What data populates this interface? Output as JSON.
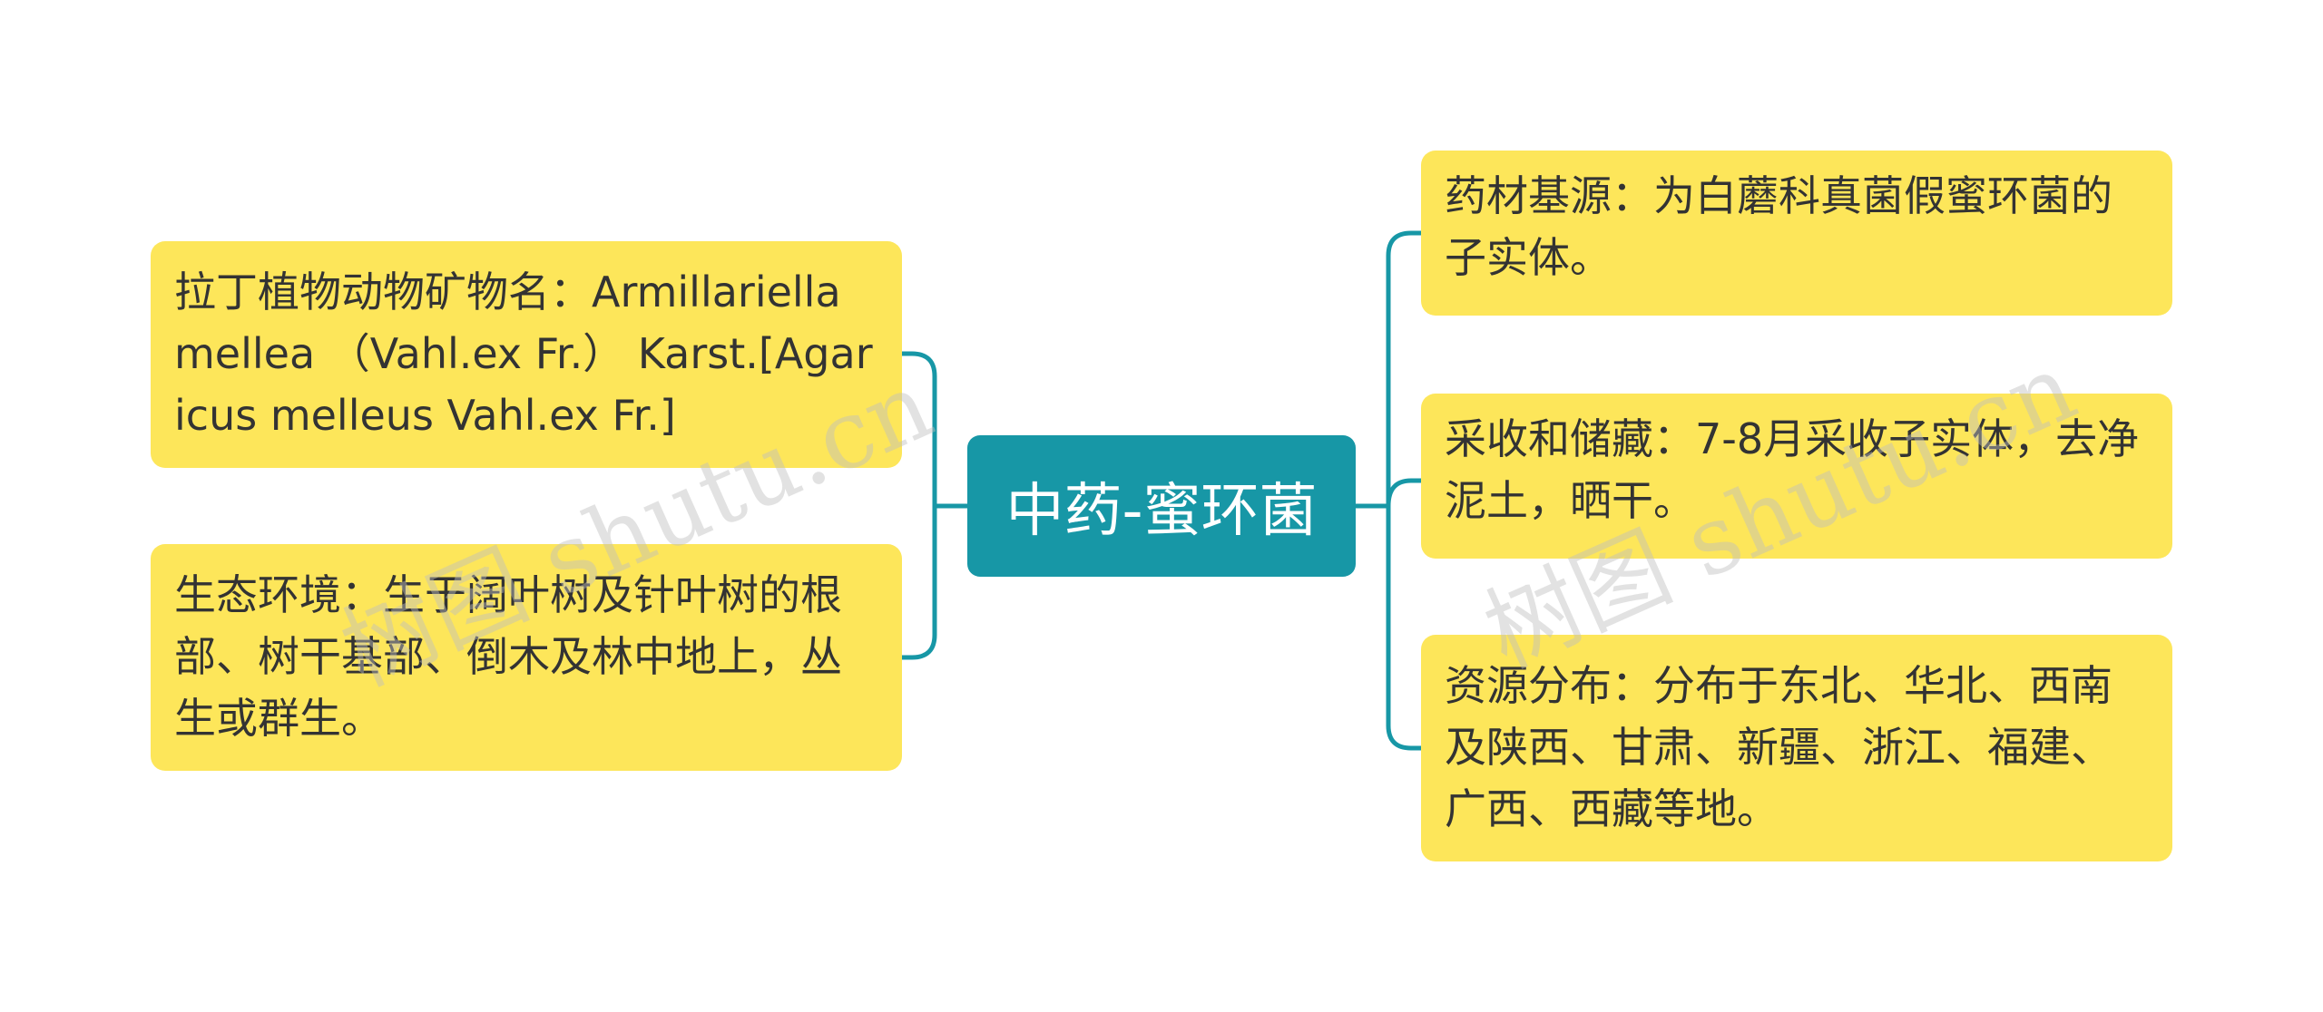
{
  "center": {
    "title": "中药-蜜环菌"
  },
  "left_nodes": [
    {
      "text": "拉丁植物动物矿物名：Armillariella mellea （Vahl.ex Fr.） Karst.[Agaricus melleus Vahl.ex Fr.]"
    },
    {
      "text": "生态环境：生于阔叶树及针叶树的根部、树干基部、倒木及林中地上，丛生或群生。"
    }
  ],
  "right_nodes": [
    {
      "text": "药材基源：为白蘑科真菌假蜜环菌的子实体。"
    },
    {
      "text": "采收和储藏：7-8月采收子实体，去净泥土，晒干。"
    },
    {
      "text": "资源分布：分布于东北、华北、西南及陕西、甘肃、新疆、浙江、福建、广西、西藏等地。"
    }
  ],
  "watermark": {
    "text": "树图 shutu.cn"
  },
  "colors": {
    "center_bg": "#1797a6",
    "node_bg": "#fde65a",
    "connector": "#1797a6"
  }
}
